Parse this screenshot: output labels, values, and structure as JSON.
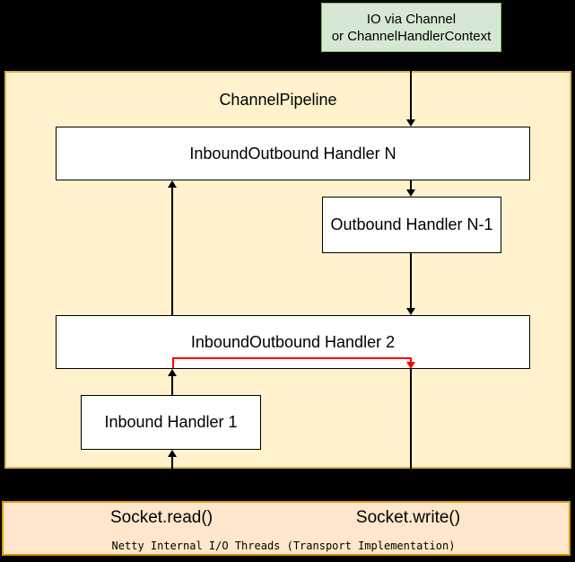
{
  "io_box": {
    "line1": "IO via Channel",
    "line2": "or ChannelHandlerContext",
    "fill": "#d5e8d4",
    "stroke": "#82b366"
  },
  "pipeline": {
    "label": "ChannelPipeline",
    "fill": "#fff2cc",
    "stroke": "#d6b656",
    "handlers": [
      {
        "label": "InboundOutbound Handler N"
      },
      {
        "label": "Outbound Handler N-1"
      },
      {
        "label": "InboundOutbound Handler 2"
      },
      {
        "label": "Inbound Handler 1"
      }
    ]
  },
  "arrows": {
    "inbound_color": "#000000",
    "outbound_color": "#000000",
    "write_shortcut_color": "#ff0000"
  },
  "socket": {
    "read_label": "Socket.read()",
    "write_label": "Socket.write()",
    "caption": "Netty Internal I/O Threads (Transport Implementation)",
    "fill": "#ffe6cc",
    "stroke": "#d79b00"
  }
}
